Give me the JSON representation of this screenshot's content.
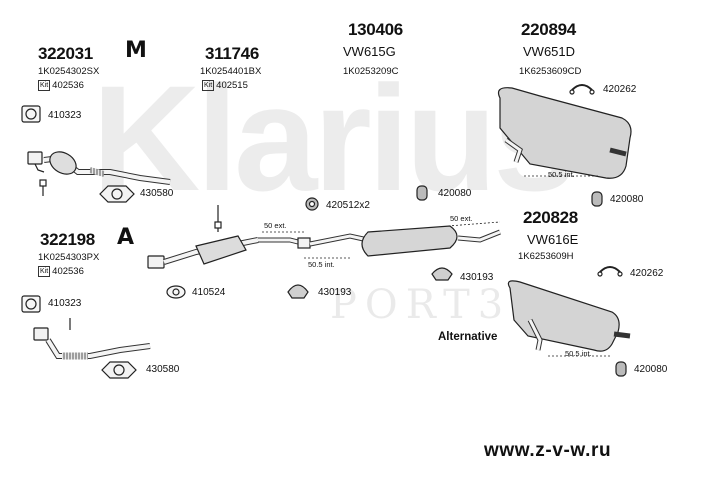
{
  "watermark": {
    "brand": "Klarius",
    "port": "PORT3"
  },
  "groups": {
    "g322031": {
      "number": "322031",
      "badge": "M",
      "oem": "1K0254302SX",
      "kit_tag": "Kit",
      "kit": "402536"
    },
    "g311746": {
      "number": "311746",
      "oem": "1K0254401BX",
      "kit_tag": "Kit",
      "kit": "402515"
    },
    "g130406": {
      "number": "130406",
      "model": "VW615G",
      "oem": "1K0253209C"
    },
    "g220894": {
      "number": "220894",
      "model": "VW651D",
      "oem": "1K6253609CD"
    },
    "g322198": {
      "number": "322198",
      "badge": "A",
      "oem": "1K0254303PX",
      "kit_tag": "Kit",
      "kit": "402536"
    },
    "g220828": {
      "number": "220828",
      "model": "VW616E",
      "oem": "1K6253609H"
    }
  },
  "refs": {
    "r410323a": "410323",
    "r430580a": "430580",
    "r410323b": "410323",
    "r430580b": "430580",
    "r410524": "410524",
    "r430193a": "430193",
    "r420512": "420512x2",
    "r420080a": "420080",
    "r420080b": "420080",
    "r420262a": "420262",
    "r430193b": "430193",
    "r420262b": "420262",
    "r420080c": "420080"
  },
  "dims": {
    "d50ext_a": "50 ext.",
    "d505_a": "50.5 int.",
    "d50ext_b": "50 ext.",
    "d505_b": "50.5 int.",
    "d505_c": "50.5 int."
  },
  "alternative": "Alternative",
  "website": "www.z-v-w.ru"
}
